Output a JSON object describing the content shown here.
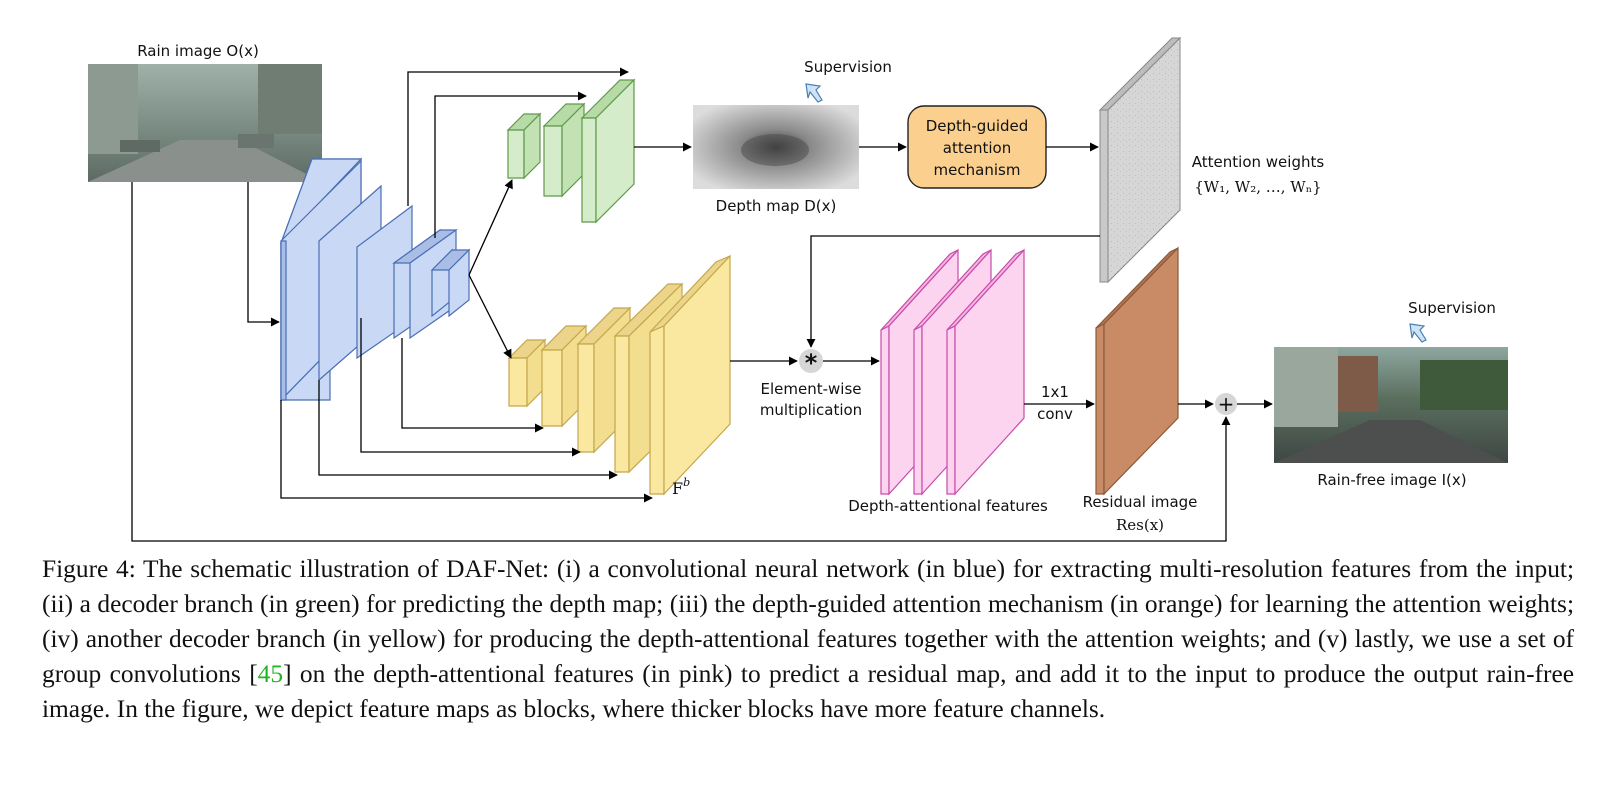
{
  "figure": {
    "rain_image_label": "Rain image O(x)",
    "supervision_top": "Supervision",
    "supervision_right": "Supervision",
    "depth_map_label": "Depth map D(x)",
    "attention_box": [
      "Depth-guided",
      "attention",
      "mechanism"
    ],
    "attention_weights_label": "Attention weights",
    "attention_weights_set": "{W₁, W₂, …, Wₙ}",
    "elementwise_label": [
      "Element-wise",
      "multiplication"
    ],
    "fb_base": "F",
    "fb_sup": "b",
    "conv_label": [
      "1x1",
      "conv"
    ],
    "depth_attentional_label": "Depth-attentional features",
    "residual_label": [
      "Residual image",
      "Res(x)"
    ],
    "rain_free_label": "Rain-free image I(x)"
  },
  "caption": {
    "part1": "Figure 4: The schematic illustration of DAF-Net: (i) a convolutional neural network (in blue) for extracting multi-resolution features from the input; (ii) a decoder branch (in green) for predicting the depth map; (iii) the depth-guided attention mechanism (in orange) for learning the attention weights; (iv) another decoder branch (in yellow) for producing the depth-attentional features together with the attention weights; and (v) lastly, we use a set of group convolutions [",
    "ref": "45",
    "part2": "] on the depth-attentional features (in pink) to predict a residual map, and add it to the input to produce the output rain-free image. In the figure, we depict feature maps as blocks, where thicker blocks have more feature channels."
  },
  "colors": {
    "encoder_blue": "#c9d9f5",
    "depth_decoder_green": "#d4ecc9",
    "attention_orange": "#fbd08e",
    "feature_decoder_yellow": "#fbe8a0",
    "depth_attentional_pink": "#fcd4ef",
    "residual_brown": "#c98a66",
    "citation_green": "#22b422"
  }
}
